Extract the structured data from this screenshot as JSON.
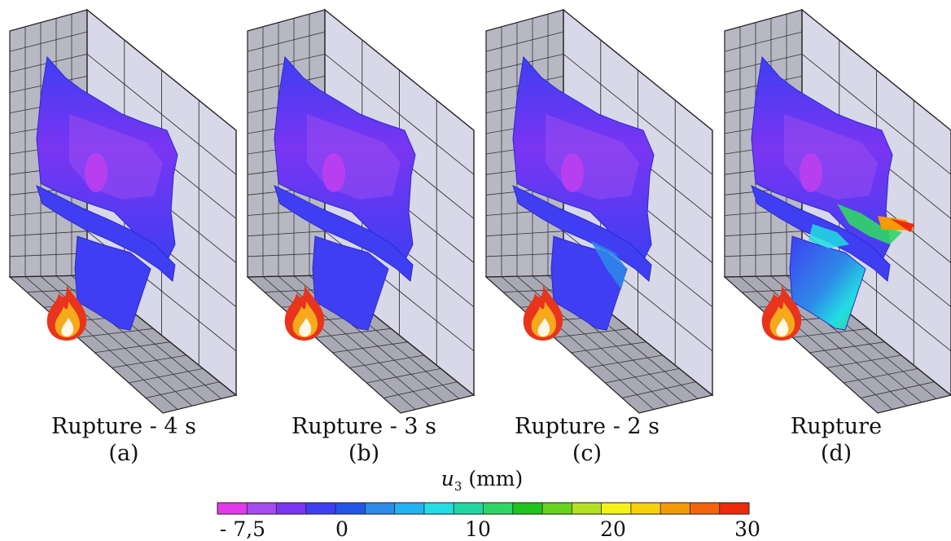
{
  "panels": [
    {
      "caption": "Rupture - 4 s",
      "letter": "(a)"
    },
    {
      "caption": "Rupture - 3 s",
      "letter": "(b)"
    },
    {
      "caption": "Rupture - 2 s",
      "letter": "(c)"
    },
    {
      "caption": "Rupture",
      "letter": "(d)"
    }
  ],
  "colorbar": {
    "variable": "u",
    "subscript": "3",
    "unit": "(mm)",
    "ticks": [
      "- 7,5",
      "0",
      "10",
      "20",
      "30"
    ],
    "colors": [
      "#e13ae8",
      "#a64bef",
      "#7a35f2",
      "#3f3ef2",
      "#2355e6",
      "#2d8ae8",
      "#25b2f0",
      "#23dde2",
      "#22d6a4",
      "#2fd667",
      "#1fc41e",
      "#69d21e",
      "#b3e022",
      "#f5f21a",
      "#f6d10c",
      "#f39a07",
      "#f3640c",
      "#ec2a0c"
    ]
  },
  "colors": {
    "wall_face": "#d8d8e8",
    "wall_side": "#b8b8c4",
    "grid_line": "#222222",
    "flame_outer": "#e8341c",
    "flame_inner": "#f6a91a"
  },
  "icons": [
    "flame-icon"
  ]
}
